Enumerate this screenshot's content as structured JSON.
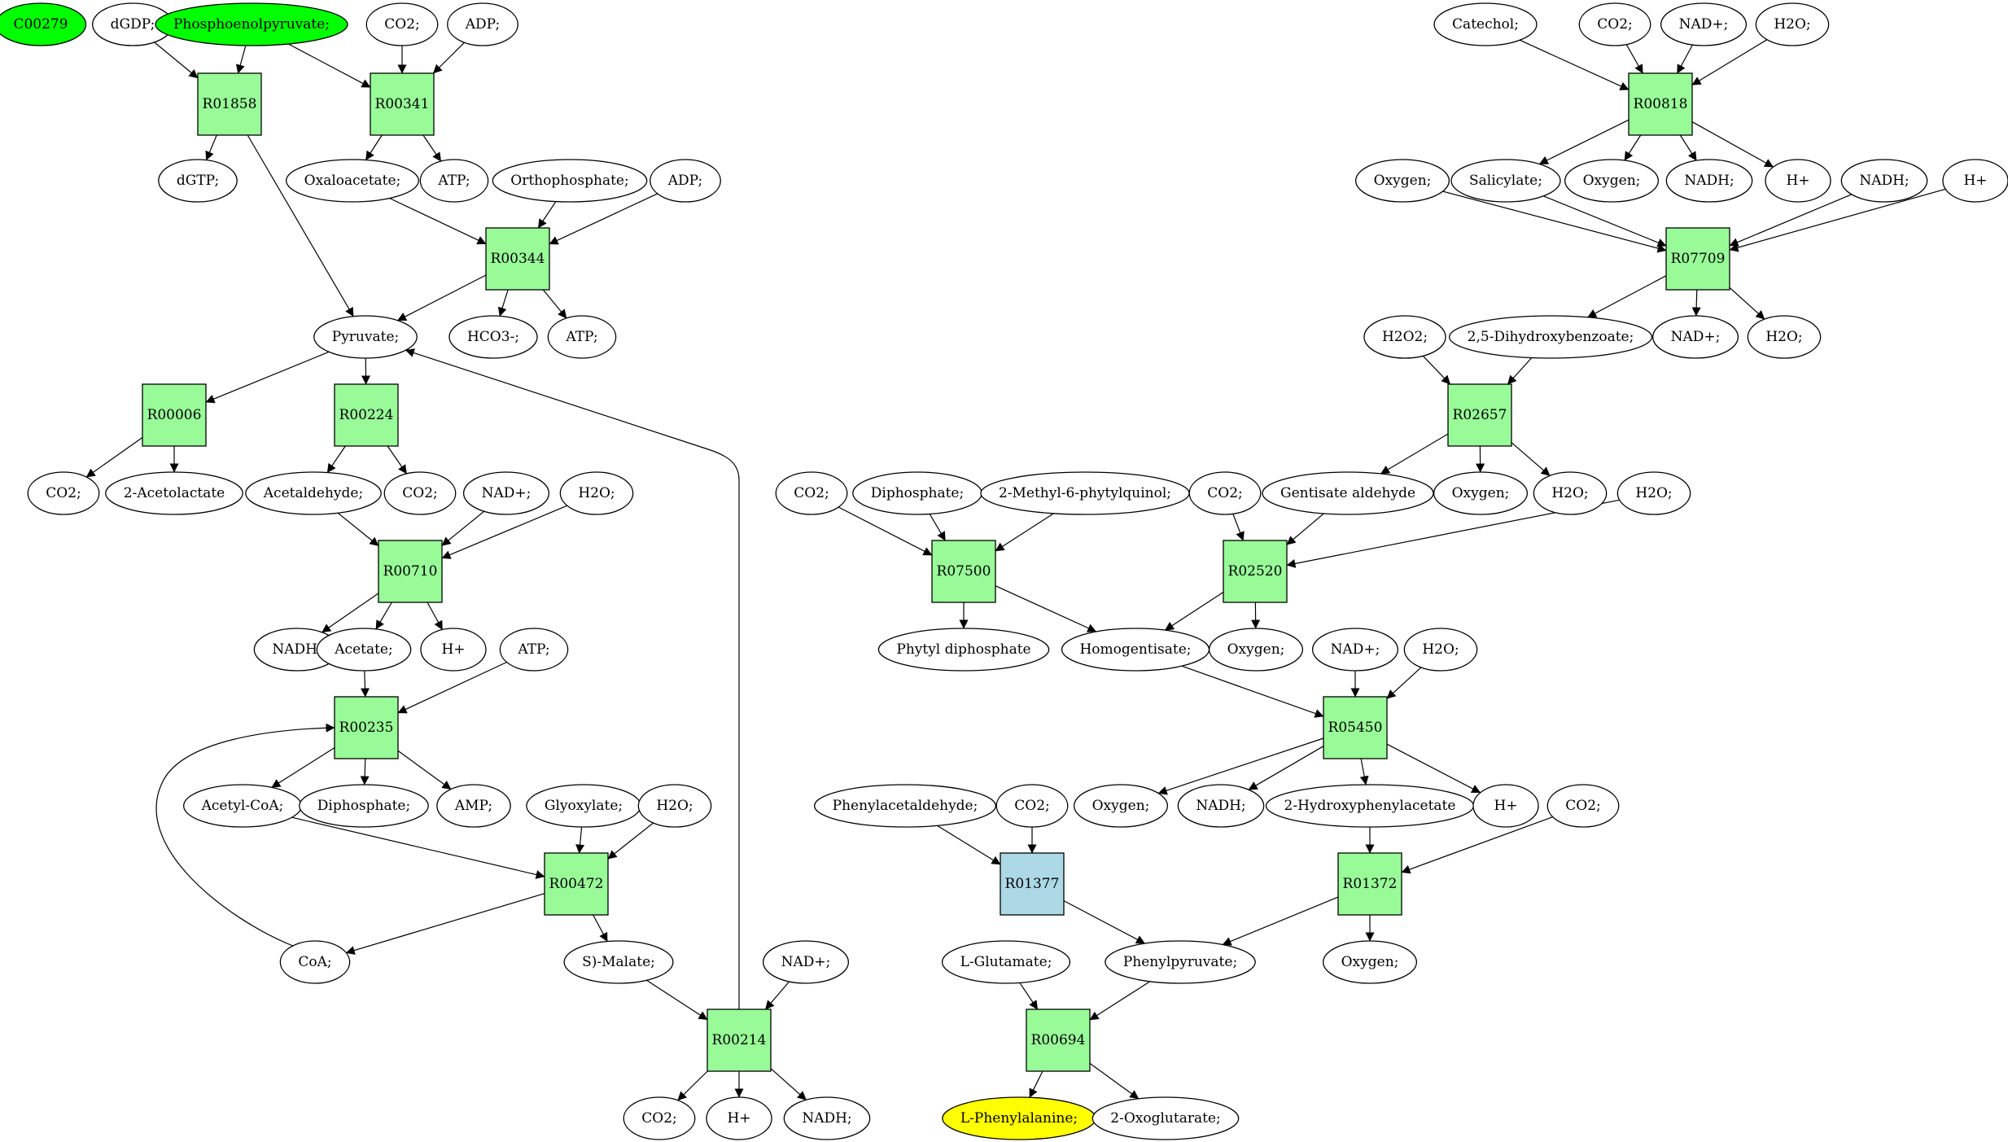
{
  "colors": {
    "reaction": "#98fb98",
    "reaction_highlight": "#add8e6",
    "compound_start": "#00ff00",
    "compound_target": "#ffff00",
    "compound": "#ffffff",
    "stroke": "#000000"
  },
  "reactions": [
    {
      "id": "R01858",
      "label": "R01858"
    },
    {
      "id": "R00341",
      "label": "R00341"
    },
    {
      "id": "R00344",
      "label": "R00344"
    },
    {
      "id": "R00006",
      "label": "R00006"
    },
    {
      "id": "R00224",
      "label": "R00224"
    },
    {
      "id": "R00710",
      "label": "R00710"
    },
    {
      "id": "R00235",
      "label": "R00235"
    },
    {
      "id": "R00472",
      "label": "R00472"
    },
    {
      "id": "R00214",
      "label": "R00214"
    },
    {
      "id": "R00818",
      "label": "R00818"
    },
    {
      "id": "R07709",
      "label": "R07709"
    },
    {
      "id": "R02657",
      "label": "R02657"
    },
    {
      "id": "R07500",
      "label": "R07500"
    },
    {
      "id": "R02520",
      "label": "R02520"
    },
    {
      "id": "R05450",
      "label": "R05450"
    },
    {
      "id": "R01377",
      "label": "R01377",
      "highlight": true
    },
    {
      "id": "R01372",
      "label": "R01372"
    },
    {
      "id": "R00694",
      "label": "R00694"
    }
  ],
  "compounds": [
    {
      "id": "c0",
      "label": "C00279",
      "role": "start"
    },
    {
      "id": "c1",
      "label": "dGDP;"
    },
    {
      "id": "c2",
      "label": "Phosphoenolpyruvate;",
      "role": "start"
    },
    {
      "id": "c3",
      "label": "CO2;"
    },
    {
      "id": "c4",
      "label": "ADP;"
    },
    {
      "id": "c5",
      "label": "dGTP;"
    },
    {
      "id": "c6",
      "label": "Oxaloacetate;"
    },
    {
      "id": "c7",
      "label": "ATP;"
    },
    {
      "id": "c8",
      "label": "Orthophosphate;"
    },
    {
      "id": "c9",
      "label": "ADP;"
    },
    {
      "id": "c10",
      "label": "Pyruvate;"
    },
    {
      "id": "c11",
      "label": "HCO3-;"
    },
    {
      "id": "c12",
      "label": "ATP;"
    },
    {
      "id": "c13",
      "label": "CO2;"
    },
    {
      "id": "c14",
      "label": "2-Acetolactate"
    },
    {
      "id": "c15",
      "label": "Acetaldehyde;"
    },
    {
      "id": "c16",
      "label": "CO2;"
    },
    {
      "id": "c17",
      "label": "NAD+;"
    },
    {
      "id": "c18",
      "label": "H2O;"
    },
    {
      "id": "c19",
      "label": "NADH;"
    },
    {
      "id": "c20",
      "label": "Acetate;"
    },
    {
      "id": "c21",
      "label": "H+"
    },
    {
      "id": "c22",
      "label": "ATP;"
    },
    {
      "id": "c23",
      "label": "Acetyl-CoA;"
    },
    {
      "id": "c24",
      "label": "Diphosphate;"
    },
    {
      "id": "c25",
      "label": "AMP;"
    },
    {
      "id": "c26",
      "label": "Glyoxylate;"
    },
    {
      "id": "c27",
      "label": "H2O;"
    },
    {
      "id": "c28",
      "label": "CoA;"
    },
    {
      "id": "c29",
      "label": "S)-Malate;"
    },
    {
      "id": "c30",
      "label": "NAD+;"
    },
    {
      "id": "c31",
      "label": "CO2;"
    },
    {
      "id": "c32",
      "label": "H+"
    },
    {
      "id": "c33",
      "label": "NADH;"
    },
    {
      "id": "c34",
      "label": "Catechol;"
    },
    {
      "id": "c35",
      "label": "CO2;"
    },
    {
      "id": "c36",
      "label": "NAD+;"
    },
    {
      "id": "c37",
      "label": "H2O;"
    },
    {
      "id": "c38",
      "label": "Oxygen;"
    },
    {
      "id": "c39",
      "label": "Salicylate;"
    },
    {
      "id": "c40",
      "label": "Oxygen;"
    },
    {
      "id": "c41",
      "label": "NADH;"
    },
    {
      "id": "c42",
      "label": "H+"
    },
    {
      "id": "c43",
      "label": "NADH;"
    },
    {
      "id": "c44",
      "label": "H+"
    },
    {
      "id": "c45",
      "label": "H2O2;"
    },
    {
      "id": "c46",
      "label": "2,5-Dihydroxybenzoate;"
    },
    {
      "id": "c47",
      "label": "NAD+;"
    },
    {
      "id": "c48",
      "label": "H2O;"
    },
    {
      "id": "c49",
      "label": "CO2;"
    },
    {
      "id": "c50",
      "label": "Diphosphate;"
    },
    {
      "id": "c51",
      "label": "2-Methyl-6-phytylquinol;"
    },
    {
      "id": "c52",
      "label": "CO2;"
    },
    {
      "id": "c53",
      "label": "Gentisate aldehyde"
    },
    {
      "id": "c54",
      "label": "Oxygen;"
    },
    {
      "id": "c55",
      "label": "H2O;"
    },
    {
      "id": "c56",
      "label": "H2O;"
    },
    {
      "id": "c57",
      "label": "Phytyl diphosphate"
    },
    {
      "id": "c58",
      "label": "Homogentisate;"
    },
    {
      "id": "c59",
      "label": "Oxygen;"
    },
    {
      "id": "c60",
      "label": "NAD+;"
    },
    {
      "id": "c61",
      "label": "H2O;"
    },
    {
      "id": "c62",
      "label": "Phenylacetaldehyde;"
    },
    {
      "id": "c63",
      "label": "CO2;"
    },
    {
      "id": "c64",
      "label": "Oxygen;"
    },
    {
      "id": "c65",
      "label": "NADH;"
    },
    {
      "id": "c66",
      "label": "2-Hydroxyphenylacetate"
    },
    {
      "id": "c67",
      "label": "H+"
    },
    {
      "id": "c68",
      "label": "CO2;"
    },
    {
      "id": "c69",
      "label": "L-Glutamate;"
    },
    {
      "id": "c70",
      "label": "Phenylpyruvate;"
    },
    {
      "id": "c71",
      "label": "Oxygen;"
    },
    {
      "id": "c72",
      "label": "L-Phenylalanine;",
      "role": "target"
    },
    {
      "id": "c73",
      "label": "2-Oxoglutarate;"
    }
  ],
  "edges": [
    [
      "c1",
      "R01858"
    ],
    [
      "c2",
      "R01858"
    ],
    [
      "R01858",
      "c5"
    ],
    [
      "R01858",
      "c10"
    ],
    [
      "c2",
      "R00341"
    ],
    [
      "c3",
      "R00341"
    ],
    [
      "c4",
      "R00341"
    ],
    [
      "R00341",
      "c6"
    ],
    [
      "R00341",
      "c7"
    ],
    [
      "c6",
      "R00344"
    ],
    [
      "c8",
      "R00344"
    ],
    [
      "c9",
      "R00344"
    ],
    [
      "R00344",
      "c10"
    ],
    [
      "R00344",
      "c11"
    ],
    [
      "R00344",
      "c12"
    ],
    [
      "c10",
      "R00006"
    ],
    [
      "R00006",
      "c13"
    ],
    [
      "R00006",
      "c14"
    ],
    [
      "c10",
      "R00224"
    ],
    [
      "R00224",
      "c15"
    ],
    [
      "R00224",
      "c16"
    ],
    [
      "c15",
      "R00710"
    ],
    [
      "c17",
      "R00710"
    ],
    [
      "c18",
      "R00710"
    ],
    [
      "R00710",
      "c19"
    ],
    [
      "R00710",
      "c20"
    ],
    [
      "R00710",
      "c21"
    ],
    [
      "c20",
      "R00235"
    ],
    [
      "c22",
      "R00235"
    ],
    [
      "R00235",
      "c23"
    ],
    [
      "R00235",
      "c24"
    ],
    [
      "R00235",
      "c25"
    ],
    [
      "c23",
      "R00472"
    ],
    [
      "c26",
      "R00472"
    ],
    [
      "c27",
      "R00472"
    ],
    [
      "R00472",
      "c28"
    ],
    [
      "R00472",
      "c29"
    ],
    [
      "c28",
      "R00235"
    ],
    [
      "c29",
      "R00214"
    ],
    [
      "c30",
      "R00214"
    ],
    [
      "R00214",
      "c31"
    ],
    [
      "R00214",
      "c32"
    ],
    [
      "R00214",
      "c33"
    ],
    [
      "R00214",
      "c10"
    ],
    [
      "c34",
      "R00818"
    ],
    [
      "c35",
      "R00818"
    ],
    [
      "c36",
      "R00818"
    ],
    [
      "c37",
      "R00818"
    ],
    [
      "R00818",
      "c39"
    ],
    [
      "R00818",
      "c40"
    ],
    [
      "R00818",
      "c41"
    ],
    [
      "R00818",
      "c42"
    ],
    [
      "c38",
      "R07709"
    ],
    [
      "c39",
      "R07709"
    ],
    [
      "c43",
      "R07709"
    ],
    [
      "c44",
      "R07709"
    ],
    [
      "R07709",
      "c46"
    ],
    [
      "R07709",
      "c47"
    ],
    [
      "R07709",
      "c48"
    ],
    [
      "c45",
      "R02657"
    ],
    [
      "c46",
      "R02657"
    ],
    [
      "R02657",
      "c53"
    ],
    [
      "R02657",
      "c54"
    ],
    [
      "R02657",
      "c55"
    ],
    [
      "c49",
      "R07500"
    ],
    [
      "c50",
      "R07500"
    ],
    [
      "c51",
      "R07500"
    ],
    [
      "R07500",
      "c57"
    ],
    [
      "R07500",
      "c58"
    ],
    [
      "c52",
      "R02520"
    ],
    [
      "c53",
      "R02520"
    ],
    [
      "c56",
      "R02520"
    ],
    [
      "R02520",
      "c58"
    ],
    [
      "R02520",
      "c59"
    ],
    [
      "c58",
      "R05450"
    ],
    [
      "c60",
      "R05450"
    ],
    [
      "c61",
      "R05450"
    ],
    [
      "R05450",
      "c64"
    ],
    [
      "R05450",
      "c65"
    ],
    [
      "R05450",
      "c66"
    ],
    [
      "R05450",
      "c67"
    ],
    [
      "c62",
      "R01377"
    ],
    [
      "c63",
      "R01377"
    ],
    [
      "R01377",
      "c70"
    ],
    [
      "c66",
      "R01372"
    ],
    [
      "c68",
      "R01372"
    ],
    [
      "R01372",
      "c70"
    ],
    [
      "R01372",
      "c71"
    ],
    [
      "c69",
      "R00694"
    ],
    [
      "c70",
      "R00694"
    ],
    [
      "R00694",
      "c72"
    ],
    [
      "R00694",
      "c73"
    ]
  ]
}
